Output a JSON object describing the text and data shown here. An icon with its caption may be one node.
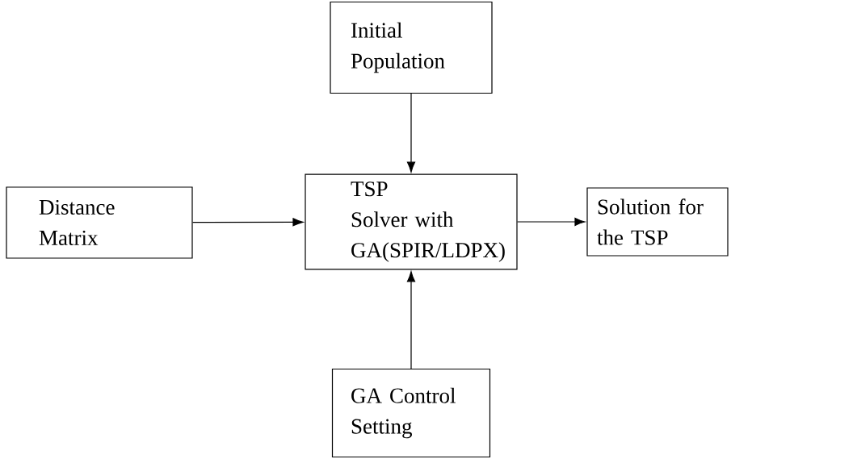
{
  "diagram": {
    "nodes": [
      {
        "text": [
          "Initial Population"
        ]
      },
      {
        "text": [
          "Distance Matrix"
        ]
      },
      {
        "text": [
          "TSP Solver with GA(SPIR/LDPX)"
        ]
      },
      {
        "text": [
          "Solution for the TSP"
        ]
      },
      {
        "text": [
          "GA Control Setting"
        ]
      }
    ],
    "edges": [
      {
        "from": 0,
        "to": 2,
        "arrow": "to"
      },
      {
        "from": 1,
        "to": 2,
        "arrow": "to"
      },
      {
        "from": 2,
        "to": 3,
        "arrow": "to"
      },
      {
        "from": 4,
        "to": 2,
        "arrow": "to"
      }
    ]
  }
}
